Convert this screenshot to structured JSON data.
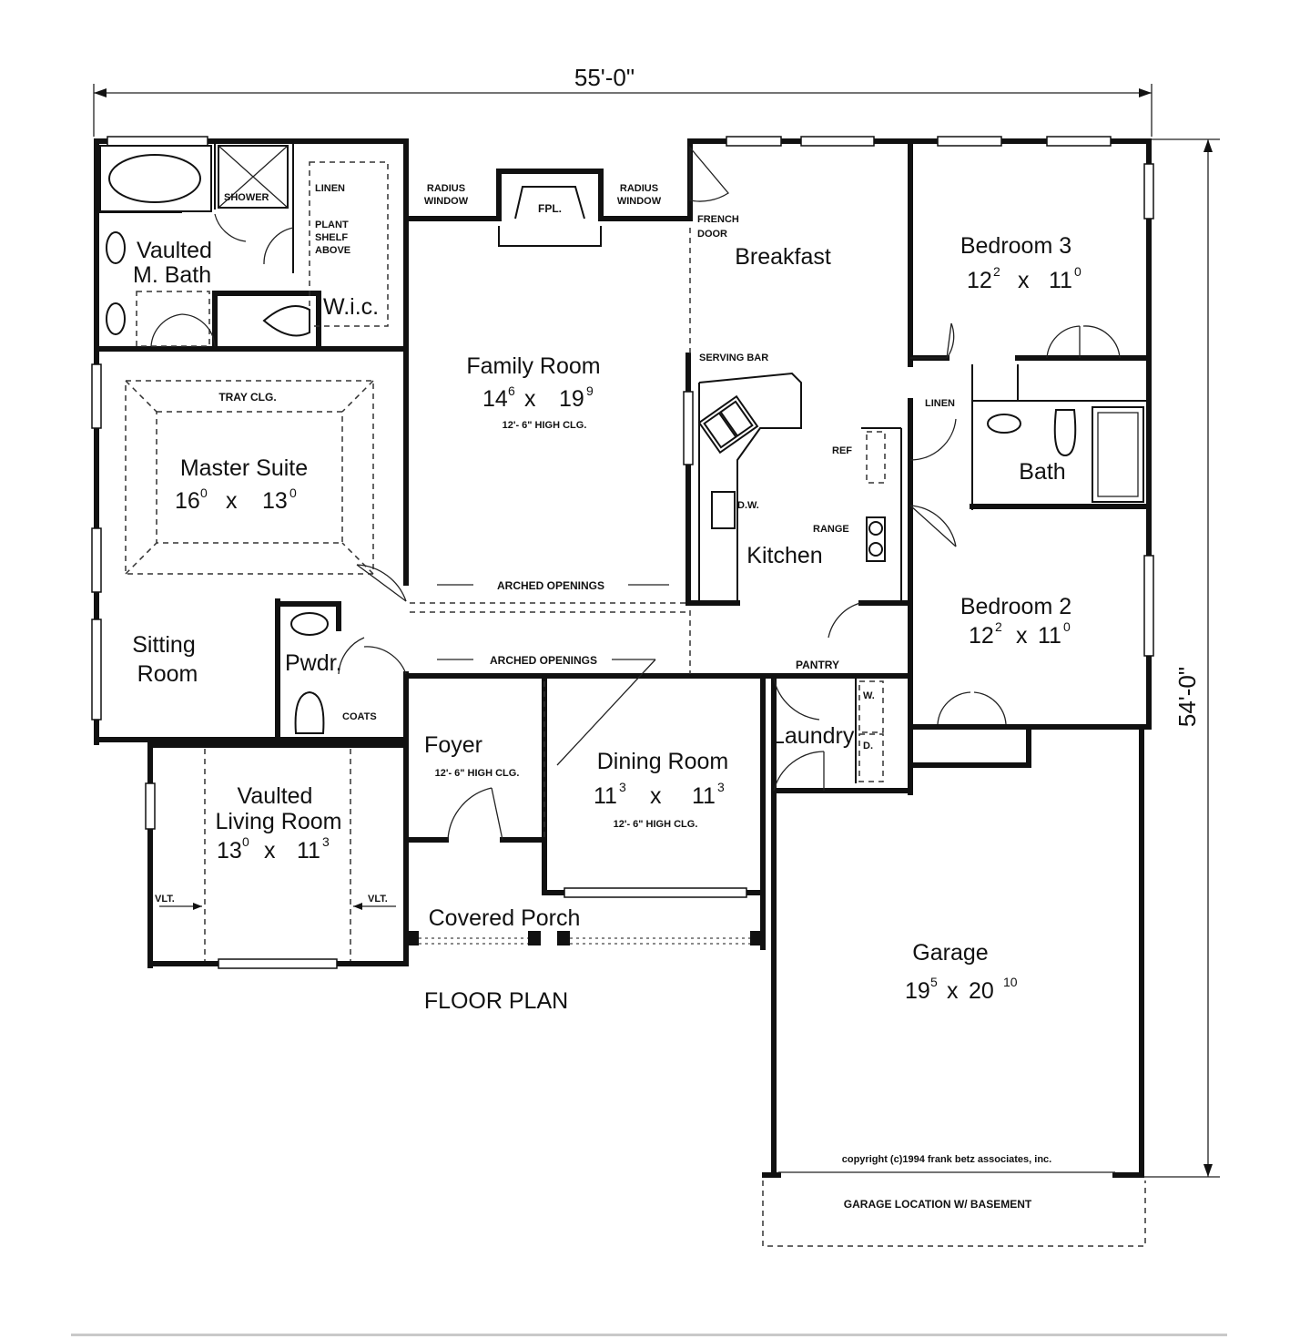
{
  "plan": {
    "overall_width": "55'-0\"",
    "overall_depth": "54'-0\"",
    "caption": "FLOOR PLAN",
    "copyright": "copyright (c)1994 frank betz associates, inc.",
    "garage_alt": "GARAGE LOCATION W/ BASEMENT"
  },
  "rooms": {
    "m_bath": {
      "name1": "Vaulted",
      "name2": "M. Bath"
    },
    "wic": {
      "name": "W.i.c."
    },
    "shower": "SHOWER",
    "linen_master": "LINEN",
    "plant_shelf": [
      "PLANT",
      "SHELF",
      "ABOVE"
    ],
    "master": {
      "name": "Master Suite",
      "w": "16",
      "w_in": "0",
      "x": "x",
      "d": "13",
      "d_in": "0",
      "tray": "TRAY CLG."
    },
    "sitting": {
      "name1": "Sitting",
      "name2": "Room"
    },
    "pwdr": {
      "name": "Pwdr."
    },
    "coats": "COATS",
    "family": {
      "name": "Family Room",
      "w": "14",
      "w_in": "6",
      "x": "x",
      "d": "19",
      "d_in": "9",
      "clg": "12'- 6\" HIGH CLG."
    },
    "radius_left": [
      "RADIUS",
      "WINDOW"
    ],
    "radius_right": [
      "RADIUS",
      "WINDOW"
    ],
    "fpl": "FPL.",
    "french_door": [
      "FRENCH",
      "DOOR"
    ],
    "breakfast": {
      "name": "Breakfast"
    },
    "serving_bar": "SERVING BAR",
    "kitchen": {
      "name": "Kitchen",
      "dw": "D.W.",
      "ref": "REF",
      "range": "RANGE"
    },
    "bed3": {
      "name": "Bedroom  3",
      "w": "12",
      "w_in": "2",
      "x": "x",
      "d": "11",
      "d_in": "0"
    },
    "linen_hall": "LINEN",
    "bath": {
      "name": "Bath"
    },
    "bed2": {
      "name": "Bedroom 2",
      "w": "12",
      "w_in": "2",
      "x": "x",
      "d": "11",
      "d_in": "0"
    },
    "arched_1": "ARCHED OPENINGS",
    "arched_2": "ARCHED OPENINGS",
    "pantry": "PANTRY",
    "laundry": {
      "name": "Laundry",
      "w": "W.",
      "d": "D."
    },
    "foyer": {
      "name": "Foyer",
      "clg": "12'- 6\" HIGH CLG."
    },
    "dining": {
      "name": "Dining Room",
      "w": "11",
      "w_in": "3",
      "x": "x",
      "d": "11",
      "d_in": "3",
      "clg": "12'- 6\" HIGH CLG."
    },
    "living": {
      "name1": "Vaulted",
      "name2": "Living Room",
      "w": "13",
      "w_in": "0",
      "x": "x",
      "d": "11",
      "d_in": "3",
      "vlt": "VLT."
    },
    "porch": {
      "name": "Covered Porch"
    },
    "garage": {
      "name": "Garage",
      "w": "19",
      "w_in": "5",
      "x": "x",
      "d": "20",
      "d_in": "10"
    }
  }
}
